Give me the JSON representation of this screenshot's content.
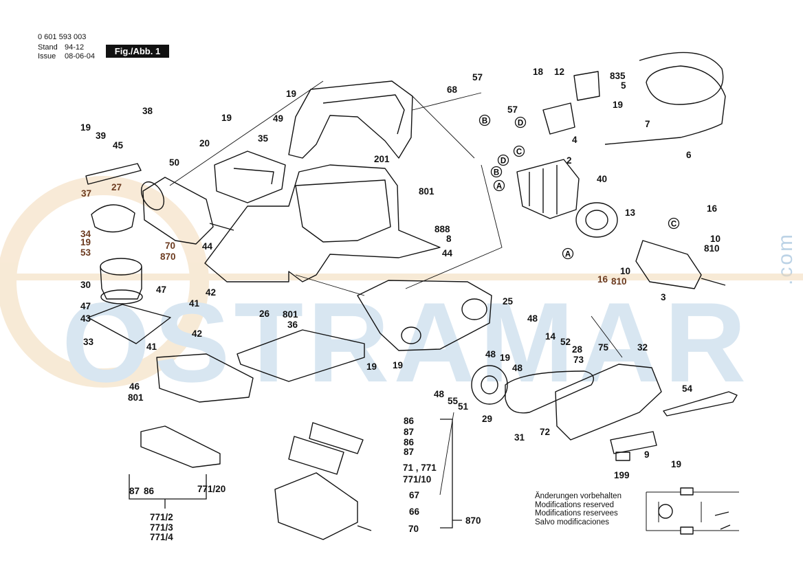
{
  "header": {
    "part_number": "0 601 593 003",
    "stand_label": "Stand",
    "issue_label": "Issue",
    "stand_value": "94-12",
    "issue_value": "08-06-04",
    "figure_label": "Fig./Abb. 1"
  },
  "watermark": {
    "text": "OSTRAMAR",
    "side_text": ".com",
    "color": "#b9d2e6",
    "ring_color": "#f2d9b6"
  },
  "notes": [
    "Änderungen vorbehalten",
    "Modifications reserved",
    "Modifications reservees",
    "Salvo modificaciones"
  ],
  "colors": {
    "line": "#111111",
    "brown_label": "#6b3a1f",
    "watermark_blue": "#b9d2e6"
  },
  "parts": [
    {
      "id": "19a",
      "text": "19"
    },
    {
      "id": "39",
      "text": "39"
    },
    {
      "id": "45",
      "text": "45"
    },
    {
      "id": "38",
      "text": "38"
    },
    {
      "id": "50",
      "text": "50"
    },
    {
      "id": "19b",
      "text": "19"
    },
    {
      "id": "49",
      "text": "49"
    },
    {
      "id": "19c",
      "text": "19"
    },
    {
      "id": "35",
      "text": "35"
    },
    {
      "id": "20",
      "text": "20"
    },
    {
      "id": "201",
      "text": "201"
    },
    {
      "id": "37",
      "text": "37"
    },
    {
      "id": "27",
      "text": "27"
    },
    {
      "id": "34",
      "text": "34"
    },
    {
      "id": "19d",
      "text": "19"
    },
    {
      "id": "53",
      "text": "53"
    },
    {
      "id": "70a",
      "text": "70"
    },
    {
      "id": "870a",
      "text": "870"
    },
    {
      "id": "44a",
      "text": "44"
    },
    {
      "id": "801a",
      "text": "801"
    },
    {
      "id": "888",
      "text": "888"
    },
    {
      "id": "8",
      "text": "8"
    },
    {
      "id": "44b",
      "text": "44"
    },
    {
      "id": "30",
      "text": "30"
    },
    {
      "id": "47a",
      "text": "47"
    },
    {
      "id": "47b",
      "text": "47"
    },
    {
      "id": "43",
      "text": "43"
    },
    {
      "id": "41a",
      "text": "41"
    },
    {
      "id": "42a",
      "text": "42"
    },
    {
      "id": "42b",
      "text": "42"
    },
    {
      "id": "33",
      "text": "33"
    },
    {
      "id": "41b",
      "text": "41"
    },
    {
      "id": "26",
      "text": "26"
    },
    {
      "id": "801b",
      "text": "801"
    },
    {
      "id": "36",
      "text": "36"
    },
    {
      "id": "19e",
      "text": "19"
    },
    {
      "id": "46",
      "text": "46"
    },
    {
      "id": "801c",
      "text": "801"
    },
    {
      "id": "68",
      "text": "68"
    },
    {
      "id": "57a",
      "text": "57"
    },
    {
      "id": "57b",
      "text": "57"
    },
    {
      "id": "18",
      "text": "18"
    },
    {
      "id": "12",
      "text": "12"
    },
    {
      "id": "835",
      "text": "835"
    },
    {
      "id": "5",
      "text": "5"
    },
    {
      "id": "19f",
      "text": "19"
    },
    {
      "id": "7",
      "text": "7"
    },
    {
      "id": "4",
      "text": "4"
    },
    {
      "id": "6",
      "text": "6"
    },
    {
      "id": "2",
      "text": "2"
    },
    {
      "id": "40",
      "text": "40"
    },
    {
      "id": "13",
      "text": "13"
    },
    {
      "id": "16a",
      "text": "16"
    },
    {
      "id": "10a",
      "text": "10"
    },
    {
      "id": "810a",
      "text": "810"
    },
    {
      "id": "10b",
      "text": "10"
    },
    {
      "id": "16b",
      "text": "16"
    },
    {
      "id": "810b",
      "text": "810"
    },
    {
      "id": "3",
      "text": "3"
    },
    {
      "id": "25",
      "text": "25"
    },
    {
      "id": "48a",
      "text": "48"
    },
    {
      "id": "14",
      "text": "14"
    },
    {
      "id": "52",
      "text": "52"
    },
    {
      "id": "28",
      "text": "28"
    },
    {
      "id": "73",
      "text": "73"
    },
    {
      "id": "48b",
      "text": "48"
    },
    {
      "id": "19g",
      "text": "19"
    },
    {
      "id": "19h",
      "text": "19"
    },
    {
      "id": "48c",
      "text": "48"
    },
    {
      "id": "48d",
      "text": "48"
    },
    {
      "id": "55",
      "text": "55"
    },
    {
      "id": "51",
      "text": "51"
    },
    {
      "id": "29",
      "text": "29"
    },
    {
      "id": "75",
      "text": "75"
    },
    {
      "id": "32",
      "text": "32"
    },
    {
      "id": "54",
      "text": "54"
    },
    {
      "id": "31",
      "text": "31"
    },
    {
      "id": "72",
      "text": "72"
    },
    {
      "id": "9",
      "text": "9"
    },
    {
      "id": "19i",
      "text": "19"
    },
    {
      "id": "199",
      "text": "199"
    },
    {
      "id": "86a",
      "text": "86"
    },
    {
      "id": "87a",
      "text": "87"
    },
    {
      "id": "86b",
      "text": "86"
    },
    {
      "id": "87b",
      "text": "87"
    },
    {
      "id": "71_771",
      "text": "71 , 771"
    },
    {
      "id": "771_10",
      "text": "771/10"
    },
    {
      "id": "67",
      "text": "67"
    },
    {
      "id": "66",
      "text": "66"
    },
    {
      "id": "70b",
      "text": "70"
    },
    {
      "id": "870b",
      "text": "870"
    },
    {
      "id": "87c",
      "text": "87"
    },
    {
      "id": "86c",
      "text": "86"
    },
    {
      "id": "771_20",
      "text": "771/20"
    },
    {
      "id": "771_2",
      "text": "771/2"
    },
    {
      "id": "771_3",
      "text": "771/3"
    },
    {
      "id": "771_4",
      "text": "771/4"
    }
  ],
  "variant_letters": [
    "B",
    "D",
    "C",
    "D",
    "B",
    "A",
    "C",
    "A"
  ]
}
